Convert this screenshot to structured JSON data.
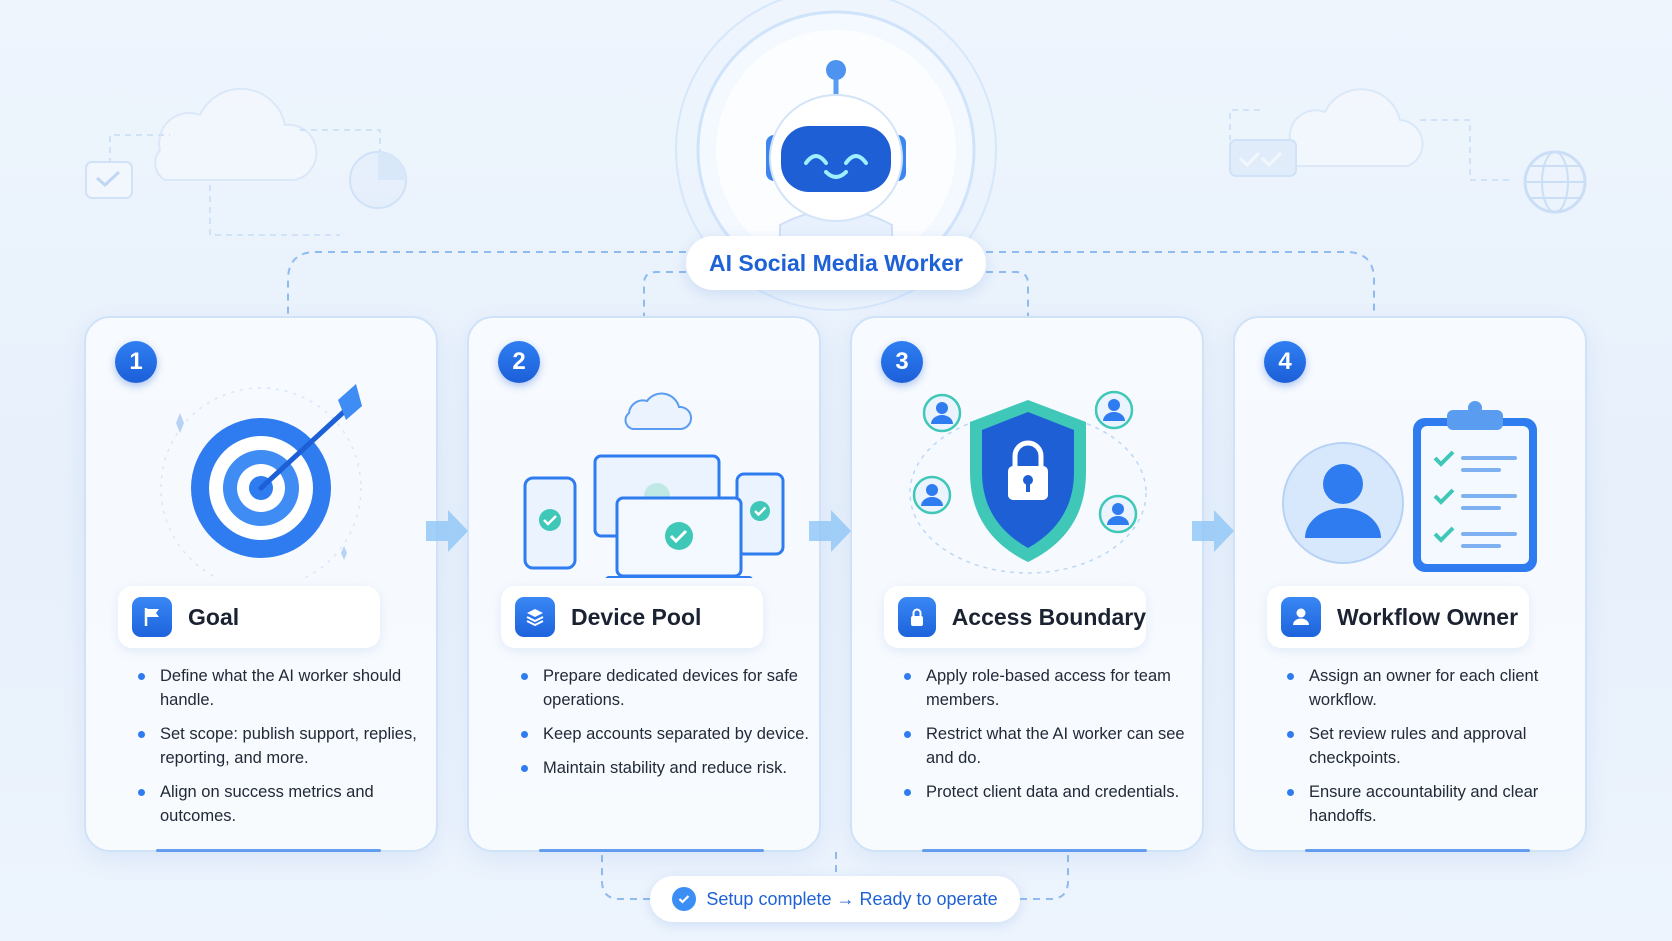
{
  "title": "AI Social Media Worker",
  "footer": {
    "label": "Setup complete → Ready to operate"
  },
  "steps": [
    {
      "number": "1",
      "title": "Goal",
      "icon": "flag-icon",
      "illustration": "target-icon",
      "bullets": [
        "Define what the AI worker should handle.",
        "Set scope: publish support, replies, reporting, and more.",
        "Align on success metrics and outcomes."
      ]
    },
    {
      "number": "2",
      "title": "Device Pool",
      "icon": "layers-icon",
      "illustration": "devices-icon",
      "bullets": [
        "Prepare dedicated devices for safe operations.",
        "Keep accounts separated by device.",
        "Maintain stability and reduce risk."
      ]
    },
    {
      "number": "3",
      "title": "Access Boundary",
      "icon": "lock-icon",
      "illustration": "shield-icon",
      "bullets": [
        "Apply role-based access for team members.",
        "Restrict what the AI worker can see and do.",
        "Protect client data and credentials."
      ]
    },
    {
      "number": "4",
      "title": "Workflow Owner",
      "icon": "user-icon",
      "illustration": "clipboard-icon",
      "bullets": [
        "Assign an owner for each client workflow.",
        "Set review rules and approval checkpoints.",
        "Ensure accountability and clear handoffs."
      ]
    }
  ],
  "colors": {
    "accent": "#1e62d6",
    "primary": "#2e7cf0",
    "teal": "#3fc7b8",
    "background": "#eaf2fc"
  }
}
